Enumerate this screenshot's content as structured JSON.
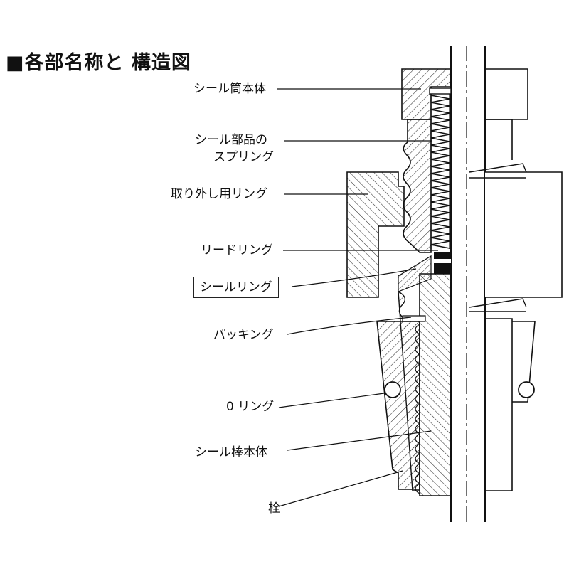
{
  "title": "■各部名称と 構造図",
  "labels": [
    {
      "id": "seal-tube-body",
      "text": "シール筒本体"
    },
    {
      "id": "seal-spring-line1",
      "text": "シール部品の"
    },
    {
      "id": "seal-spring-line2",
      "text": "スプリング"
    },
    {
      "id": "removal-ring",
      "text": "取り外し用リング"
    },
    {
      "id": "lead-ring",
      "text": "リードリング"
    },
    {
      "id": "seal-ring",
      "text": "シールリング"
    },
    {
      "id": "packing",
      "text": "パッキング"
    },
    {
      "id": "o-ring",
      "text": "0 リング"
    },
    {
      "id": "seal-rod-body",
      "text": "シール棒本体"
    },
    {
      "id": "plug",
      "text": "栓"
    }
  ],
  "colors": {
    "ink": "#111111",
    "hatch": "#333333",
    "background": "#ffffff"
  }
}
